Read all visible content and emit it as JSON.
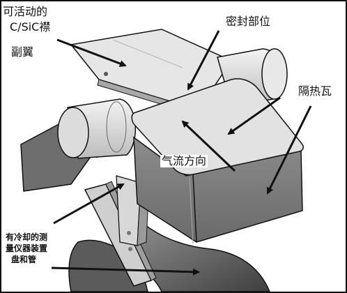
{
  "labels": {
    "flap": [
      "可活动的",
      "C/SiC襟",
      "副翼"
    ],
    "seal": "密封部位",
    "insulation": "隔热瓦",
    "airflow": "气流方向",
    "instrument": [
      "有冷却的测",
      "量仪器装置",
      "盘和管"
    ]
  },
  "colors": {
    "outline": "#111111",
    "light_gray": "#e4e4e4",
    "mid_gray": "#bdbdbd",
    "dark_gray": "#6f6f6f"
  }
}
